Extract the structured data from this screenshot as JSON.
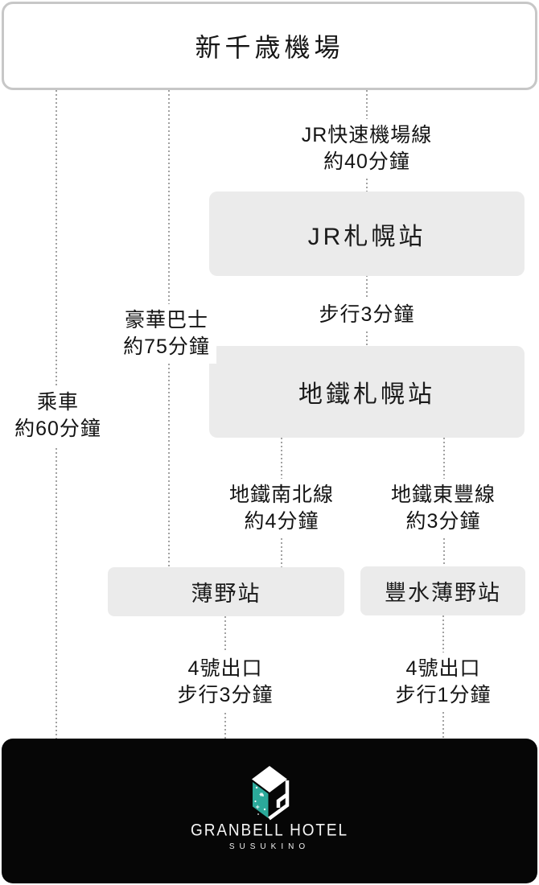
{
  "airport": {
    "label": "新千歳機場"
  },
  "stations": {
    "jr": "JR札幌站",
    "metro": "地鐵札幌站",
    "susukino": "薄野站",
    "hosui_susukino": "豐水薄野站"
  },
  "routes": {
    "jr_rapid": {
      "line1": "JR快速機場線",
      "line2": "約40分鐘"
    },
    "walk_to_metro": {
      "line1": "步行3分鐘",
      "line2": ""
    },
    "limousine_bus": {
      "line1": "豪華巴士",
      "line2": "約75分鐘"
    },
    "car": {
      "line1": "乘車",
      "line2": "約60分鐘"
    },
    "namboku_line": {
      "line1": "地鐵南北線",
      "line2": "約4分鐘"
    },
    "toho_line": {
      "line1": "地鐵東豐線",
      "line2": "約3分鐘"
    },
    "exit_susukino": {
      "line1": "4號出口",
      "line2": "步行3分鐘"
    },
    "exit_hosui": {
      "line1": "4號出口",
      "line2": "步行1分鐘"
    }
  },
  "hotel": {
    "name": "GRANBELL HOTEL",
    "subname": "SUSUKINO",
    "logo_icon": "granbell-cube-logo"
  },
  "colors": {
    "node_gray": "#ebebeb",
    "airport_border": "#c7c7c7",
    "dotted_line": "#a2a2a2",
    "text": "#161616",
    "hotel_background": "#060606",
    "logo_teal": "#2ba99a"
  }
}
